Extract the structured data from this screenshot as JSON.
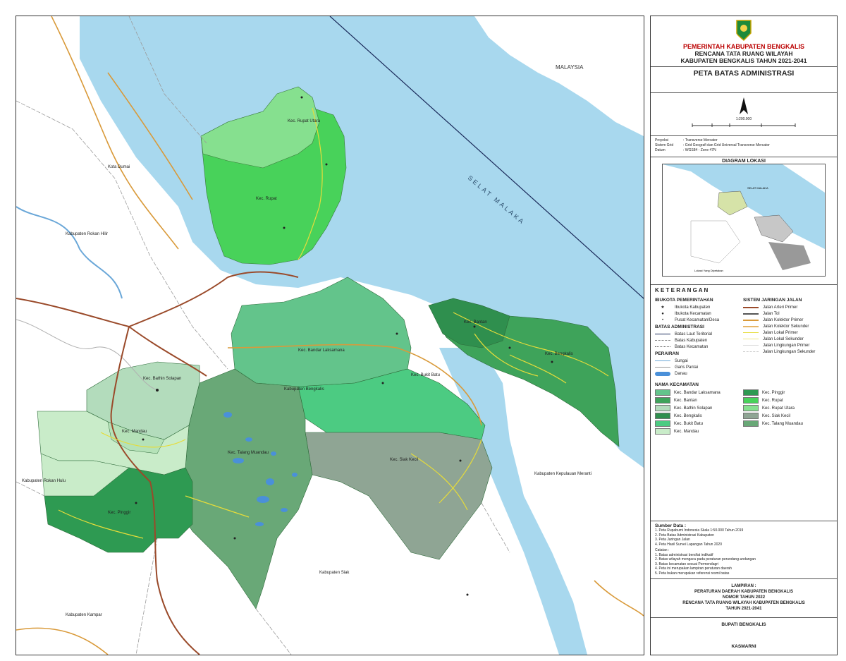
{
  "header": {
    "government": "PEMERINTAH KABUPATEN BENGKALIS",
    "plan_line1": "RENCANA TATA RUANG WILAYAH",
    "plan_line2": "KABUPATEN BENGKALIS TAHUN 2021-2041",
    "map_title": "PETA BATAS ADMINISTRASI",
    "scale": "1:200.000"
  },
  "projection": {
    "rows": [
      {
        "label": "Proyeksi",
        "value": ": Transverse Mercator"
      },
      {
        "label": "Sistem Grid",
        "value": ": Grid Geografi dan Grid Universal Transverse Mercator"
      },
      {
        "label": "Datum",
        "value": ": WGS84 - Zone 47N"
      }
    ]
  },
  "inset": {
    "title": "DIAGRAM LOKASI",
    "caption": "Lokasi Yang Dipetakan",
    "label": "SELAT MALAKA"
  },
  "keterangan": {
    "title": "K E T E R A N G A N",
    "ibukota_title": "IBUKOTA PEMERINTAHAN",
    "ibukota_items": [
      "Ibukota Kabupaten",
      "Ibukota Kecamatan",
      "Pusat Kecamatan/Desa"
    ],
    "batas_title": "BATAS ADMINISTRASI",
    "batas_items": [
      "Batas Laut Teritorial",
      "Batas Kabupaten",
      "Batas Kecamatan"
    ],
    "perairan_title": "PERAIRAN",
    "perairan_items": [
      "Sungai",
      "Garis Pantai",
      "Danau"
    ],
    "jalan_title": "SISTEM JARINGAN JALAN",
    "jalan_items": [
      "Jalan Arteri Primer",
      "Jalan Tol",
      "Jalan Kolektor Primer",
      "Jalan Kolektor Sekunder",
      "Jalan Lokal Primer",
      "Jalan Lokal Sekunder",
      "Jalan Lingkungan Primer",
      "Jalan Lingkungan Sekunder"
    ],
    "nama_title": "NAMA KECAMATAN",
    "kec_left": [
      "Kec. Bandar Laksamana",
      "Kec. Bantan",
      "Kec. Bathin Solapan",
      "Kec. Bengkalis",
      "Kec. Bukit Batu",
      "Kec. Mandau"
    ],
    "kec_right": [
      "Kec. Pinggir",
      "Kec. Rupat",
      "Kec. Rupat Utara",
      "Kec. Siak Kecil",
      "Kec. Talang Muandau"
    ]
  },
  "sumber": {
    "title": "Sumber Data :",
    "lines": [
      "1. Peta Rupabumi Indonesia Skala 1:50.000 Tahun 2019",
      "2. Peta Batas Administrasi Kabupaten",
      "3. Peta Jaringan Jalan",
      "4. Peta Hasil Survei Lapangan Tahun 2020"
    ],
    "catatan_title": "Catatan :",
    "catatan_lines": [
      "1. Batas administrasi bersifat indikatif",
      "2. Batas wilayah mengacu pada peraturan perundang-undangan",
      "3. Batas kecamatan sesuai Permendagri",
      "4. Peta ini merupakan lampiran peraturan daerah",
      "5. Peta bukan merupakan referensi resmi batas"
    ]
  },
  "lampiran": {
    "line1": "LAMPIRAN :",
    "line2": "PERATURAN DAERAH KABUPATEN BENGKALIS",
    "line3": "NOMOR      TAHUN 2022",
    "line4": "RENCANA TATA RUANG WILAYAH KABUPATEN BENGKALIS",
    "line5": "TAHUN 2021-2041"
  },
  "signature": {
    "title": "BUPATI BENGKALIS",
    "name": "KASMARNI"
  },
  "map": {
    "country_label": "MALAYSIA",
    "sea_label": "SELAT MALAKA",
    "region_labels": [
      {
        "text": "Kota Dumai"
      },
      {
        "text": "Kabupaten Rokan Hilir"
      },
      {
        "text": "Kec. Rupat Utara"
      },
      {
        "text": "Kec. Rupat"
      },
      {
        "text": "Kec. Bantan"
      },
      {
        "text": "Kec. Bengkalis"
      },
      {
        "text": "Kec. Bandar Laksamana"
      },
      {
        "text": "Kabupaten Bengkalis"
      },
      {
        "text": "Kec. Bukit Batu"
      },
      {
        "text": "Kec. Siak Kecil"
      },
      {
        "text": "Kec. Talang Muandau"
      },
      {
        "text": "Kec. Mandau"
      },
      {
        "text": "Kec. Bathin Solapan"
      },
      {
        "text": "Kec. Pinggir"
      },
      {
        "text": "Kabupaten Rokan Hulu"
      },
      {
        "text": "Kabupaten Kepulauan Meranti"
      },
      {
        "text": "Kabupaten Siak"
      },
      {
        "text": "Kabupaten Kampar"
      }
    ]
  },
  "colors": {
    "sea": "#a8d8ee",
    "deep_sea": "#7fc8e8",
    "k_bandar": "#63c48b",
    "k_bantan": "#3ea35a",
    "k_bathin": "#b3dcbc",
    "k_bengkalis": "#2f8f4e",
    "k_bukitbatu": "#4ccb82",
    "k_mandau": "#c9ecc9",
    "k_pinggir": "#2e9a52",
    "k_rupat": "#48d25a",
    "k_rupatutara": "#86e08f",
    "k_siakkecil": "#8fa594",
    "k_talang": "#69a877"
  }
}
